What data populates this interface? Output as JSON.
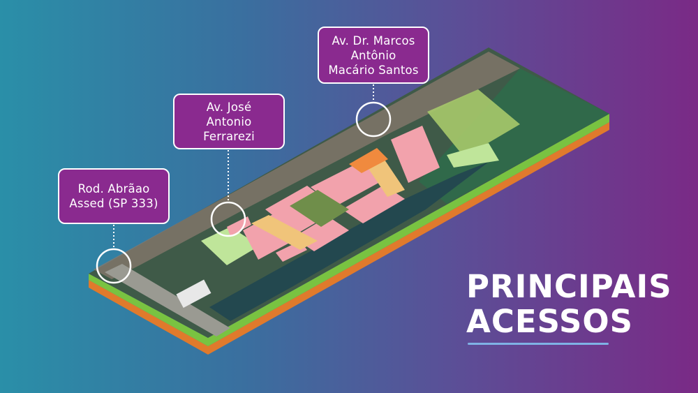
{
  "callouts": [
    {
      "lines": [
        "Rod. Abrãao",
        "Assed (SP 333)"
      ]
    },
    {
      "lines": [
        "Av. José",
        "Antonio",
        "Ferrarezi"
      ]
    },
    {
      "lines": [
        "Av. Dr. Marcos",
        "Antônio",
        "Macário Santos"
      ]
    }
  ],
  "heading": {
    "line1": "PRINCIPAIS",
    "line2": "ACESSOS"
  },
  "colors": {
    "callout_bg": "#8a2a8f",
    "callout_border": "#ffffff",
    "underline": "#7fb2e5",
    "ground_green": "#79c341",
    "ground_orange": "#e07a2c",
    "lots_pink": "#f2a2ac",
    "lots_yellow": "#f0c47a",
    "lots_orange": "#f08a3e",
    "area_lightgreen": "#bfe59a",
    "lake": "#23484f"
  }
}
